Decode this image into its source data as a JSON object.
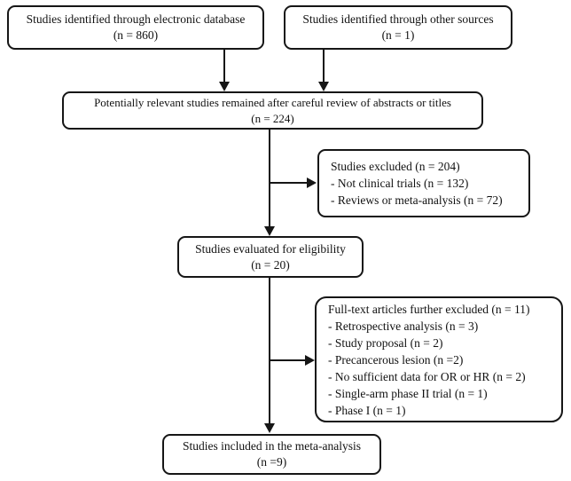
{
  "figure": {
    "type": "prisma-flow-diagram",
    "background_color": "#ffffff",
    "line_color": "#161616",
    "text_color": "#111111"
  },
  "boxes": {
    "electronic": {
      "line1": "Studies identified through electronic database",
      "line2": "(n = 860)"
    },
    "other": {
      "line1": "Studies identified through other sources",
      "line2": "(n = 1)"
    },
    "relevant": {
      "line1": "Potentially relevant studies remained after careful review of abstracts or titles",
      "line2": "(n = 224)"
    },
    "excluded_abstracts": {
      "title": "Studies excluded (n = 204)",
      "items": [
        "- Not clinical trials (n = 132)",
        "- Reviews or meta-analysis (n = 72)"
      ]
    },
    "eligibility": {
      "line1": "Studies evaluated for eligibility",
      "line2": "(n = 20)"
    },
    "excluded_fulltext": {
      "title": "Full-text articles further excluded (n = 11)",
      "items": [
        "- Retrospective analysis (n = 3)",
        "- Study proposal (n = 2)",
        "- Precancerous lesion (n =2)",
        "- No sufficient data for OR or HR (n = 2)",
        "- Single-arm phase II trial (n = 1)",
        "- Phase I (n = 1)"
      ]
    },
    "included": {
      "line1": "Studies included in the meta-analysis",
      "line2": "(n =9)"
    }
  }
}
